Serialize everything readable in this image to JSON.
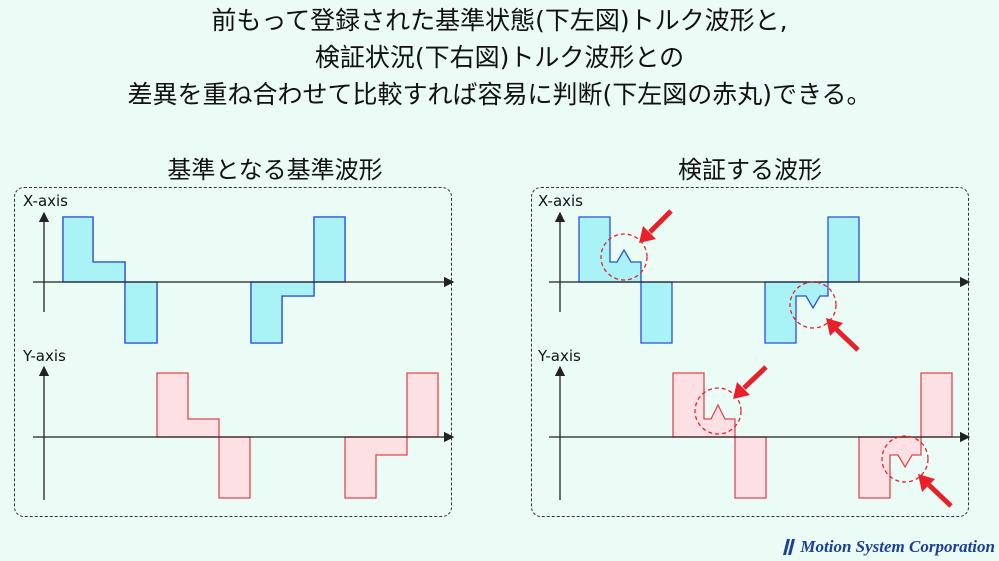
{
  "headline": {
    "line1": "前もって登録された基準状態(下左図)トルク波形と,",
    "line2": "検証状況(下右図)トルク波形との",
    "line3": "差異を重ね合わせて比較すれば容易に判断(下左図の赤丸)できる。"
  },
  "left_panel": {
    "title": "基準となる基準波形",
    "x_label": "X-axis",
    "y_label": "Y-axis"
  },
  "right_panel": {
    "title": "検証する波形",
    "x_label": "X-axis",
    "y_label": "Y-axis"
  },
  "colors": {
    "x_fill": "#a9f3f6",
    "x_stroke": "#2a4fd8",
    "y_fill": "#fde0e4",
    "y_stroke": "#e2474f",
    "highlight": "#e8202a",
    "axis": "#222222",
    "brand": "#1b3f99"
  },
  "logo": {
    "text": "Motion System Corporation"
  }
}
